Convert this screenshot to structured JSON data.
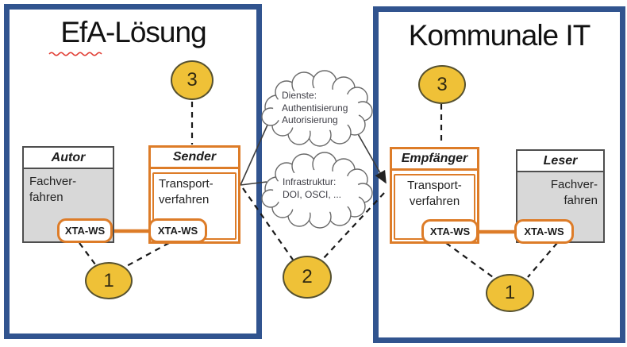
{
  "panels": {
    "left": {
      "title": "EfA-Lösung",
      "autor": {
        "header": "Autor",
        "body": "Fachver-\nfahren",
        "xta": "XTA-WS"
      },
      "sender": {
        "header": "Sender",
        "body": "Transport-\nverfahren",
        "xta": "XTA-WS"
      }
    },
    "right": {
      "title": "Kommunale IT",
      "empfaenger": {
        "header": "Empfänger",
        "body": "Transport-\nverfahren",
        "xta": "XTA-WS"
      },
      "leser": {
        "header": "Leser",
        "body": "Fachver-\nfahren",
        "xta": "XTA-WS"
      }
    }
  },
  "clouds": {
    "dienste": {
      "lines": [
        "Dienste:",
        "Authentisierung",
        "Autorisierung"
      ]
    },
    "infrastruktur": {
      "lines": [
        "Infrastruktur:",
        "DOI, OSCI, ..."
      ]
    }
  },
  "badges": {
    "left_three": "3",
    "left_one": "1",
    "middle_two": "2",
    "right_three": "3",
    "right_one": "1"
  },
  "colors": {
    "panel_border": "#31548f",
    "accent_orange": "#dd7c28",
    "badge_fill": "#efc137",
    "process_gray": "#d8d8d8"
  }
}
